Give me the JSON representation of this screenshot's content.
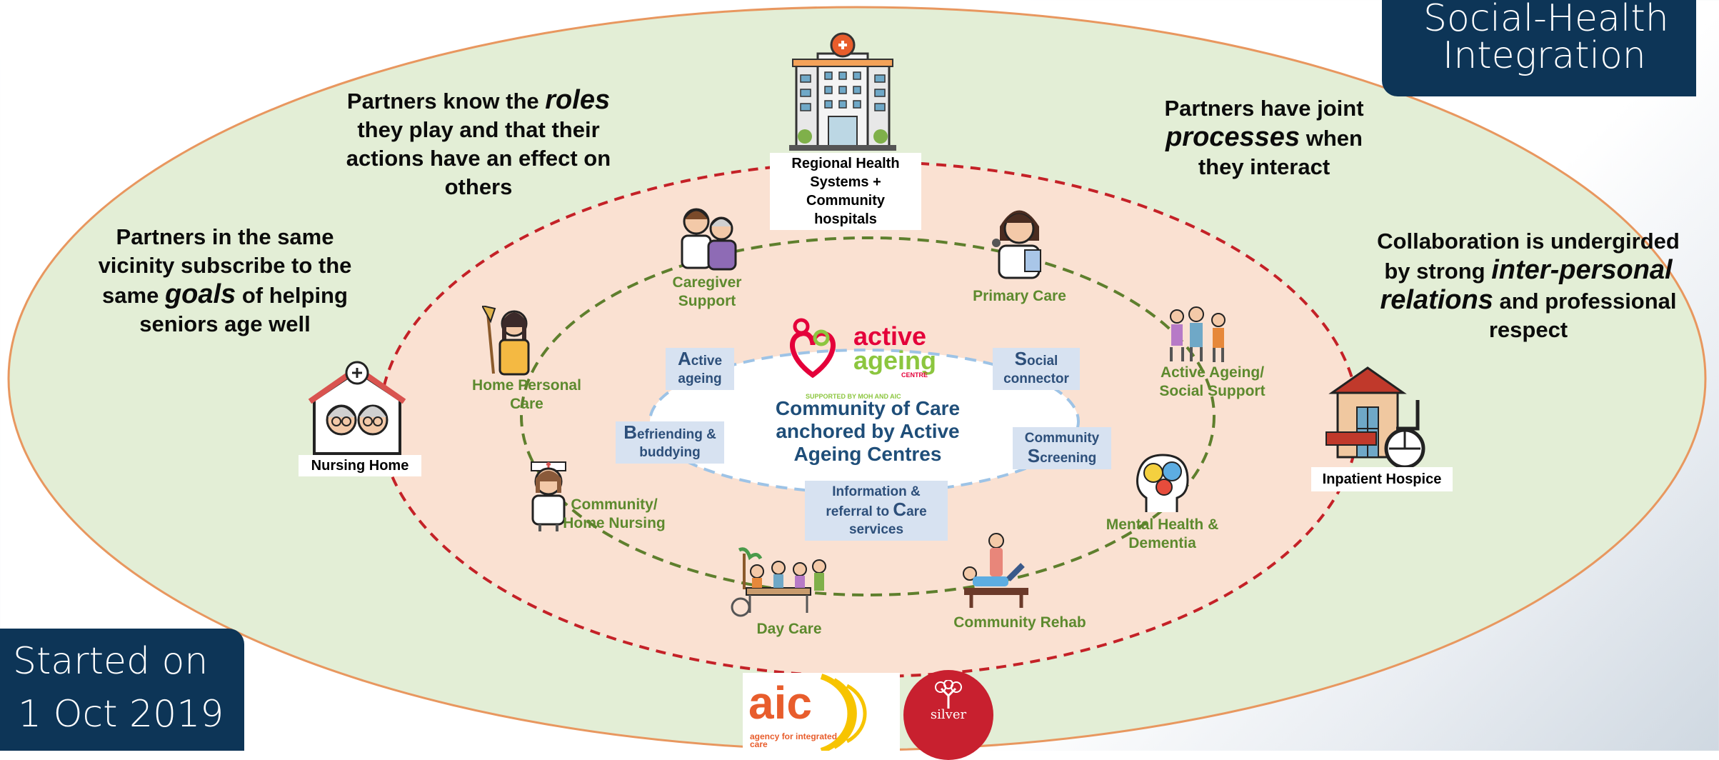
{
  "badges": {
    "integration_line1": "Social-Health",
    "integration_line2": "Integration",
    "started_line1": "Started on",
    "started_line2": "1 Oct 2019"
  },
  "statements": {
    "goals_pre": "Partners in the same vicinity subscribe to the same",
    "goals_em": "goals",
    "goals_post": "of helping seniors age well",
    "roles_pre": "Partners know the",
    "roles_em": "roles",
    "roles_post": "they play and that their actions have an effect on others",
    "processes_pre": "Partners have joint",
    "processes_em": "processes",
    "processes_post": "when they interact",
    "collab_pre": "Collaboration is undergirded by strong",
    "collab_em": "inter-personal relations",
    "collab_post": "and professional respect"
  },
  "outer_nodes": {
    "regional": "Regional Health Systems + Community hospitals",
    "nursing_home": "Nursing Home",
    "hospice": "Inpatient Hospice"
  },
  "services": {
    "caregiver": "Caregiver Support",
    "primary_care": "Primary Care",
    "home_personal": "Home Personal Care",
    "active_social": "Active Ageing/ Social Support",
    "community_nursing": "Community/ Home Nursing",
    "mental_health": "Mental Health & Dementia",
    "day_care": "Day Care",
    "community_rehab": "Community Rehab"
  },
  "inner_tags": {
    "active_ageing_cap": "A",
    "active_ageing_rest": "ctive ageing",
    "social_cap": "S",
    "social_rest": "ocial connector",
    "befriending_cap": "B",
    "befriending_rest": "efriending & buddying",
    "screening_pre": "Community",
    "screening_cap": "S",
    "screening_rest": "creening",
    "info_pre": "Information & referral to",
    "info_cap": "C",
    "info_rest": "are services"
  },
  "center": {
    "logo_word1": "active",
    "logo_word2": "ageing",
    "logo_word3": "CENTRE",
    "supported": "SUPPORTED BY MOH AND AIC",
    "title": "Community of Care anchored by Active Ageing Centres"
  },
  "bottom_logos": {
    "aic_word": "aic",
    "aic_caption": "agency for integrated care",
    "silver_word": "silver"
  },
  "colors": {
    "outer_fill": "#e3eed6",
    "outer_stroke": "#e8975f",
    "middle_fill": "#fae1d2",
    "red_dash": "#c42127",
    "green_dash": "#5e7f2d",
    "inner_fill": "#ffffff",
    "inner_stroke": "#9dc3e6",
    "badge": "#0d3557",
    "service_text": "#5d8a2e",
    "tag_text": "#2d4f7a",
    "title_text": "#1f4e79"
  },
  "icons": [
    "hospital-icon",
    "nursing-home-icon",
    "hospice-icon",
    "caregiver-icon",
    "doctor-icon",
    "cleaner-icon",
    "seniors-group-icon",
    "nurse-icon",
    "brain-icon",
    "day-care-icon",
    "rehab-icon",
    "active-ageing-logo",
    "aic-logo",
    "silver-generation-logo"
  ]
}
